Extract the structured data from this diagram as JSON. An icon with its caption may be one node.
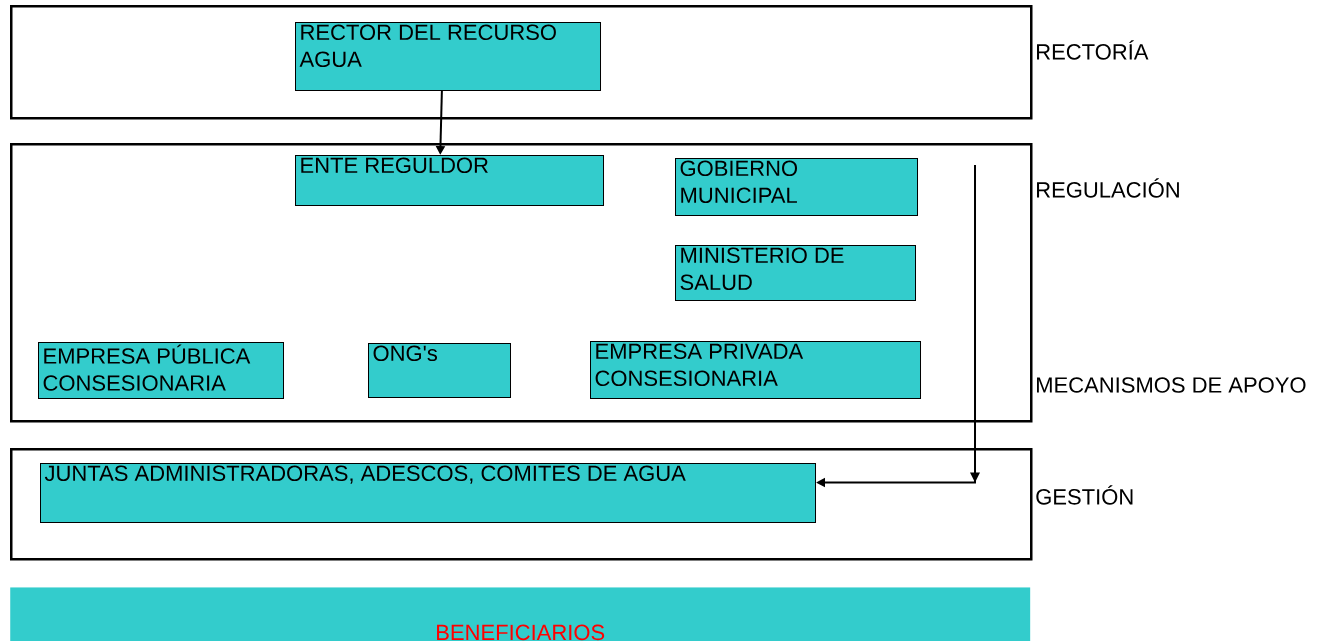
{
  "diagram": {
    "nodes": [
      {
        "text": [],
        "shape": "box"
      },
      {
        "text": [
          "RECTOR DEL RECURSO AGUA"
        ],
        "in": 0
      },
      {
        "text": [],
        "shape": "box"
      },
      {
        "text": [
          "ENTE REGULDOR"
        ],
        "in": 2
      },
      {
        "text": [
          "GOBIERNO MUNICIPAL"
        ],
        "in": 2
      },
      {
        "text": [
          "MINISTERIO DE SALUD"
        ],
        "in": 2
      },
      {
        "text": [
          "EMPRESA PÚBLICA CONSESIONARIA"
        ],
        "in": 2
      },
      {
        "text": [
          "ONG's"
        ],
        "in": 2
      },
      {
        "text": [
          "EMPRESA PRIVADA CONSESIONARIA"
        ],
        "in": 2
      },
      {
        "text": [],
        "shape": "box"
      },
      {
        "text": [
          "JUNTAS ADMINISTRADORAS, ADESCOS, COMITES DE AGUA"
        ],
        "in": 9
      },
      {
        "text": [
          "BENEFICIARIOS"
        ]
      }
    ],
    "edges": [
      {
        "from": 1,
        "to": 3,
        "arrow": "to"
      },
      {
        "from": null,
        "to": 10,
        "arrow": "to"
      }
    ],
    "labels": [
      "RECTORÍA",
      "REGULACIÓN",
      "MECANISMOS DE APOYO",
      "GESTIÓN"
    ]
  }
}
